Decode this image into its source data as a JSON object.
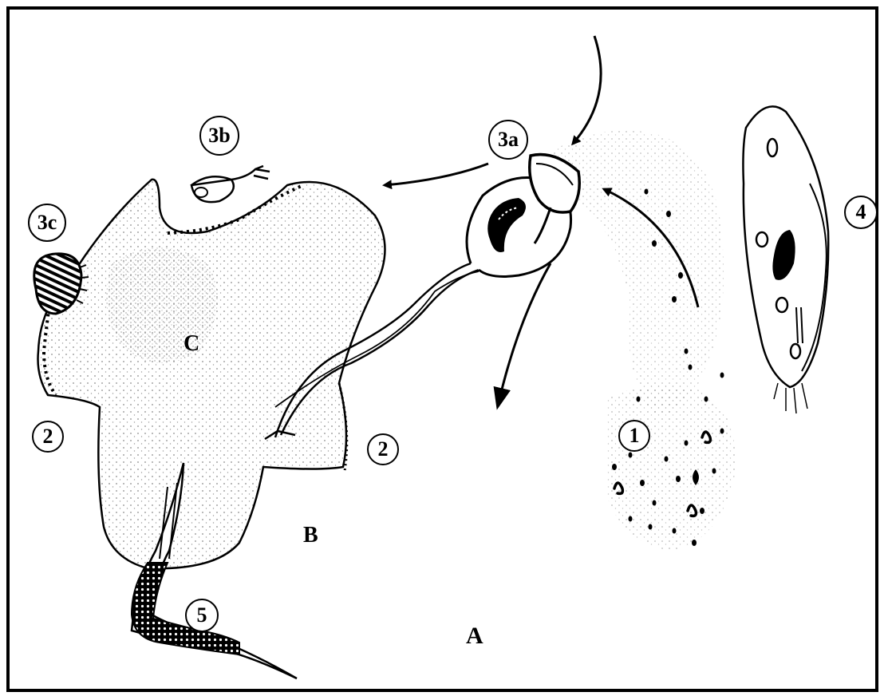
{
  "regions": {
    "a": "A",
    "b": "B",
    "c": "C"
  },
  "markers": {
    "m1": "1",
    "m2_left": "2",
    "m2_right": "2",
    "m3a": "3a",
    "m3b": "3b",
    "m3c": "3c",
    "m4": "4",
    "m5": "5"
  },
  "colors": {
    "ink": "#000000",
    "stipple": "#8a8a8a",
    "background": "#ffffff"
  }
}
